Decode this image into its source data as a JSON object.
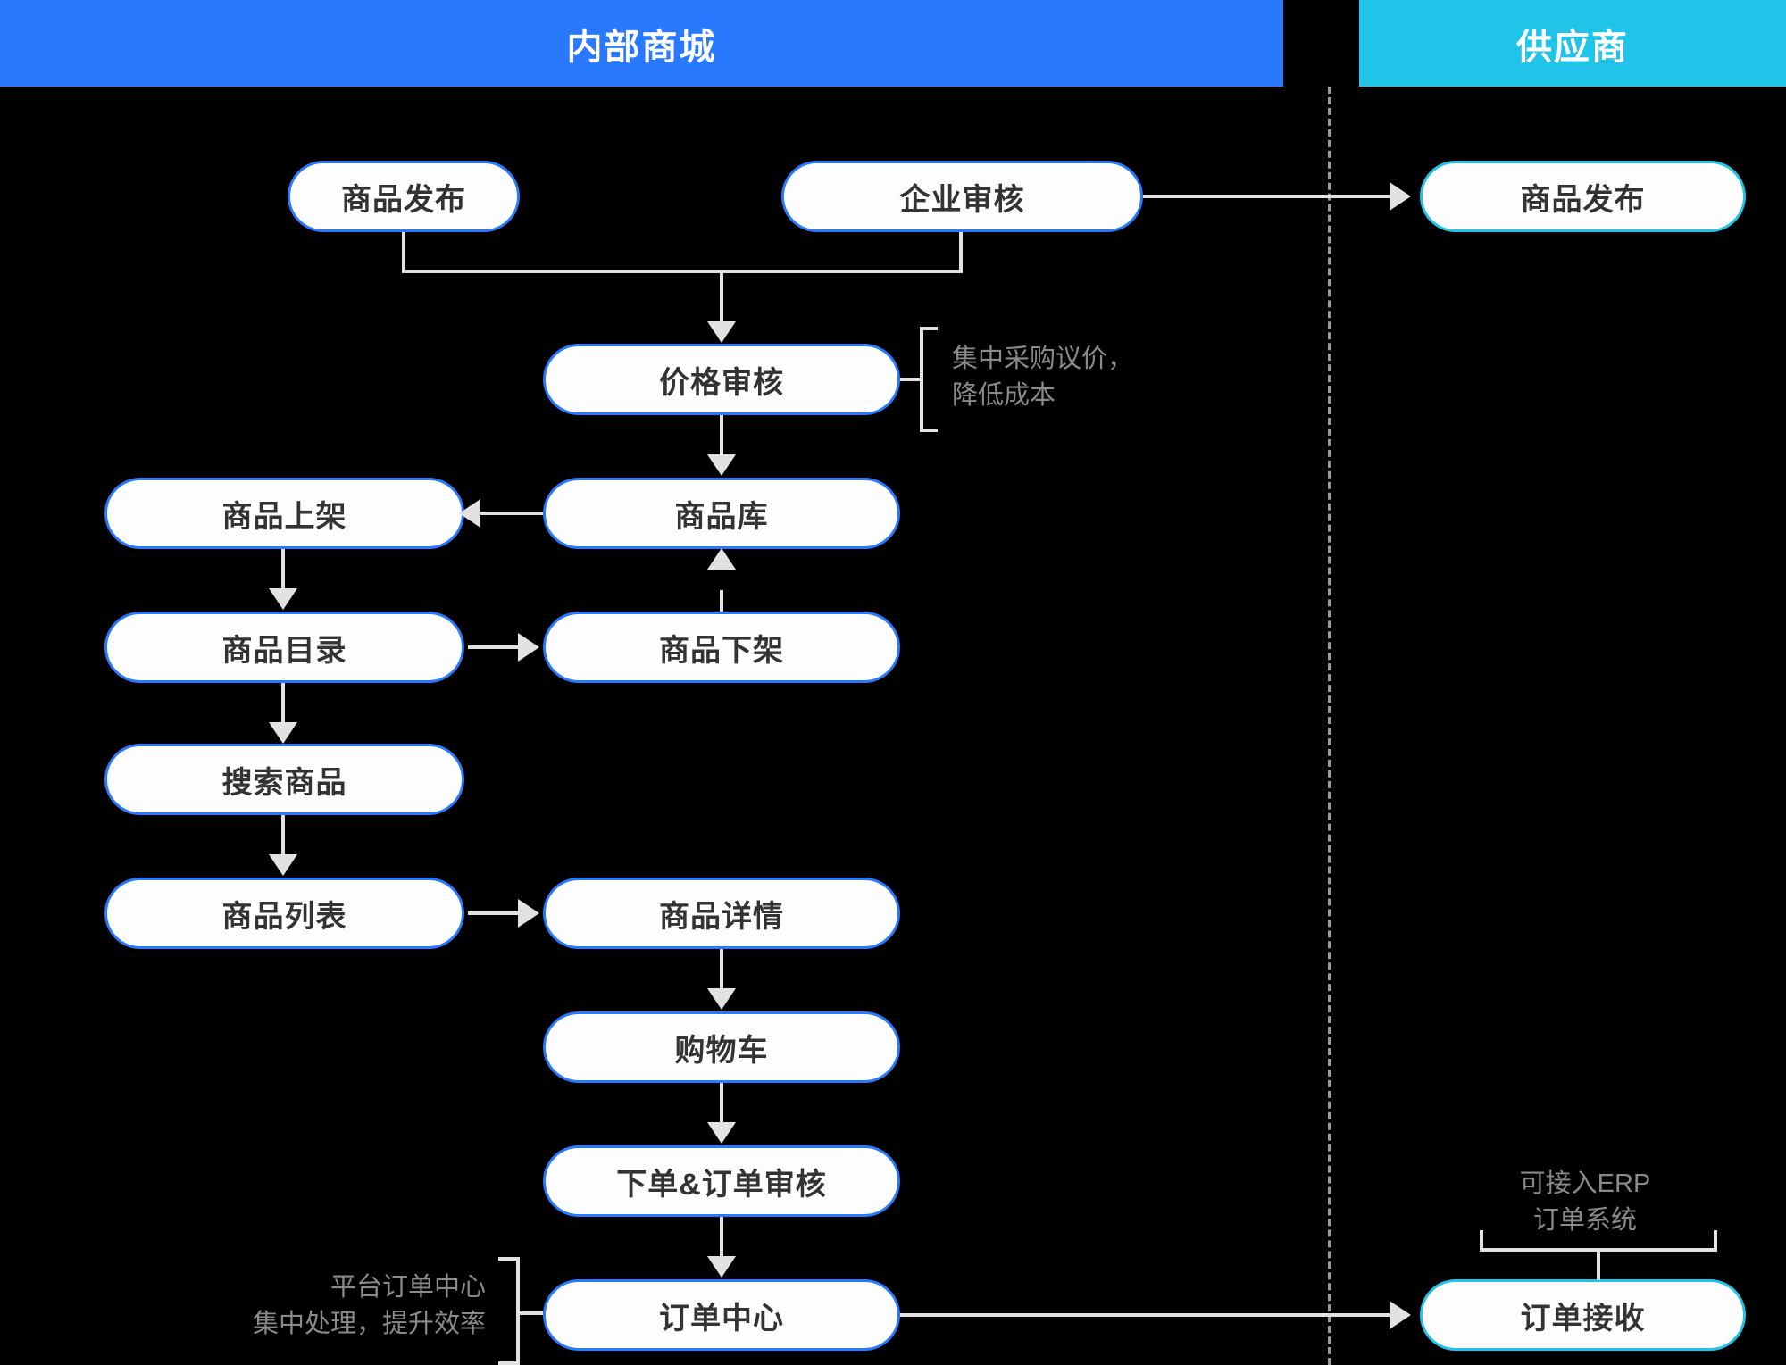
{
  "lanes": {
    "internal": {
      "title": "内部商城",
      "color": "#2979ff"
    },
    "supplier": {
      "title": "供应商",
      "color": "#20c4e8"
    }
  },
  "nodes": {
    "publish_internal": "商品发布",
    "enterprise_audit": "企业审核",
    "publish_supplier": "商品发布",
    "price_audit": "价格审核",
    "product_listing": "商品上架",
    "product_repo": "商品库",
    "product_catalog": "商品目录",
    "product_delist": "商品下架",
    "search_product": "搜索商品",
    "product_list": "商品列表",
    "product_detail": "商品详情",
    "shopping_cart": "购物车",
    "place_order_audit": "下单&订单审核",
    "order_center": "订单中心",
    "order_receive": "订单接收"
  },
  "annotations": {
    "price_note": "集中采购议价，\n降低成本",
    "order_center_note": "平台订单中心\n集中处理，提升效率",
    "erp_note": "可接入ERP\n订单系统"
  },
  "colors": {
    "node_border_internal": "#2979ff",
    "node_border_supplier": "#20c4e8",
    "node_fill": "#fdfdfd",
    "node_text": "#333333",
    "connector": "#e2e2e2",
    "annotation_text": "#8a8a8a",
    "background": "#000000"
  }
}
